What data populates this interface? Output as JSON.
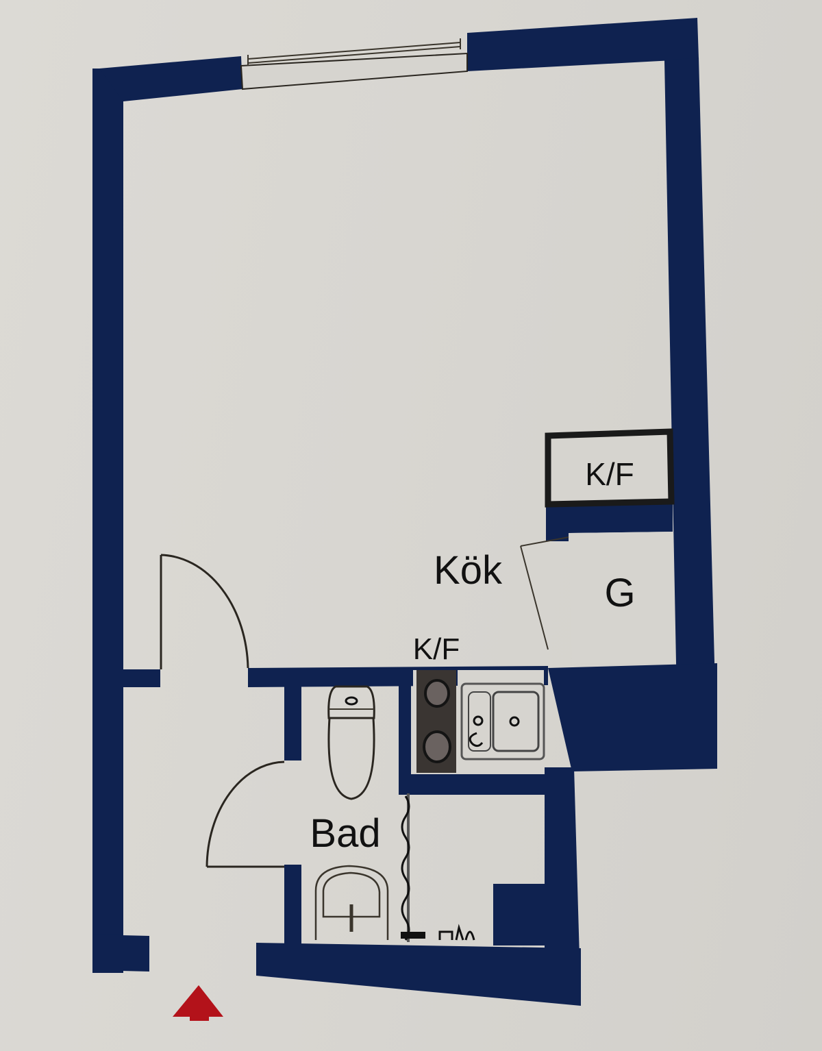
{
  "floor_plan": {
    "rooms": [
      {
        "id": "main-room",
        "label": ""
      },
      {
        "id": "kitchen",
        "label": "Kök"
      },
      {
        "id": "bathroom",
        "label": "Bad"
      },
      {
        "id": "hallway",
        "label": ""
      }
    ],
    "fixtures": {
      "fridge_freezer_upper": "K/F",
      "fridge_freezer_kitchen": "K/F",
      "wardrobe": "G"
    },
    "entrance_marker": "entrance-arrow",
    "colors": {
      "wall": "#0f2250",
      "floor": "#d6d4cf",
      "entrance_arrow": "#b3121a",
      "text": "#111111"
    }
  }
}
